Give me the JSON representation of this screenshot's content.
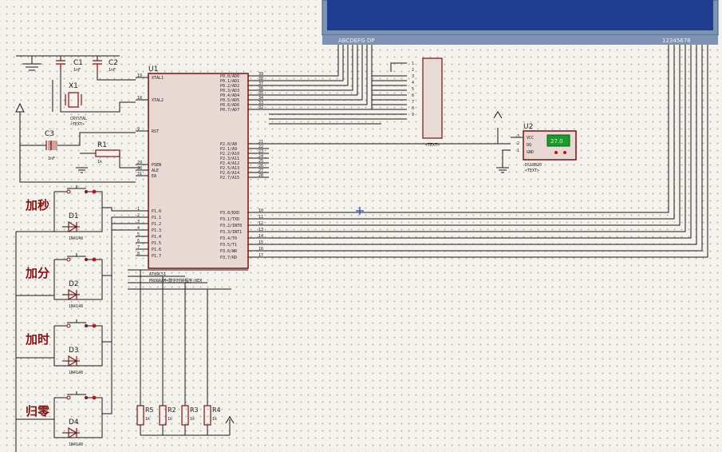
{
  "lcd": {
    "left_label": "ABCDEFG DP",
    "right_label": "12345678",
    "color": "#1f3d8f"
  },
  "mcu": {
    "ref": "U1",
    "left_pins": [
      "XTAL1",
      "XTAL2",
      "RST",
      "PSEN",
      "ALE",
      "EA",
      "P1.0",
      "P1.1",
      "P1.2",
      "P1.3",
      "P1.4",
      "P1.5",
      "P1.6",
      "P1.7"
    ],
    "left_pin_numbers": [
      "19",
      "18",
      "9",
      "29",
      "30",
      "31",
      "1",
      "2",
      "3",
      "4",
      "5",
      "6",
      "7",
      "8"
    ],
    "right_pins": [
      "P0.0/AD0",
      "P0.1/AD1",
      "P0.2/AD2",
      "P0.3/AD3",
      "P0.4/AD4",
      "P0.5/AD5",
      "P0.6/AD6",
      "P0.7/AD7",
      "P2.0/A8",
      "P2.1/A9",
      "P2.2/A10",
      "P2.3/A11",
      "P2.4/A12",
      "P2.5/A13",
      "P2.6/A14",
      "P2.7/A15",
      "P3.0/RXD",
      "P3.1/TXD",
      "P3.2/INT0",
      "P3.3/INT1",
      "P3.4/T0",
      "P3.5/T1",
      "P3.6/WR",
      "P3.7/RD"
    ],
    "right_pin_numbers": [
      "39",
      "38",
      "37",
      "36",
      "35",
      "34",
      "33",
      "32",
      "21",
      "22",
      "23",
      "24",
      "25",
      "26",
      "27",
      "28",
      "10",
      "11",
      "12",
      "13",
      "14",
      "15",
      "16",
      "17"
    ],
    "part": "AT89C51",
    "program": "PROGRAM=数字时钟程序.HEX"
  },
  "respack": {
    "pin_numbers": [
      "1",
      "2",
      "3",
      "4",
      "5",
      "6",
      "7",
      "8",
      "9"
    ],
    "text": "<TEXT>"
  },
  "sensor": {
    "ref": "U2",
    "pins": [
      "VCC",
      "DQ",
      "GND"
    ],
    "pin_numbers": [
      "3",
      "2",
      "1"
    ],
    "part": "DS18B20",
    "text": "<TEXT>",
    "reading": "27.0"
  },
  "crystal": {
    "c1": "C1",
    "c2": "C2",
    "c1_val": "1nF",
    "c2_val": "1nF",
    "x1": "X1",
    "x1_part": "CRYSTAL",
    "text": "<TEXT>",
    "c3": "C3",
    "c3_val": "1nF",
    "r1": "R1",
    "r1_val": "1k"
  },
  "buttons": [
    {
      "label": "加秒",
      "diode": "D1",
      "part": "1N4148"
    },
    {
      "label": "加分",
      "diode": "D2",
      "part": "1N4148"
    },
    {
      "label": "加时",
      "diode": "D3",
      "part": "1N4148"
    },
    {
      "label": "归零",
      "diode": "D4",
      "part": "1N4148"
    }
  ],
  "resistors": [
    {
      "ref": "R5",
      "val": "1k"
    },
    {
      "ref": "R2",
      "val": "1k"
    },
    {
      "ref": "R3",
      "val": "1k"
    },
    {
      "ref": "R4",
      "val": "1k"
    }
  ]
}
